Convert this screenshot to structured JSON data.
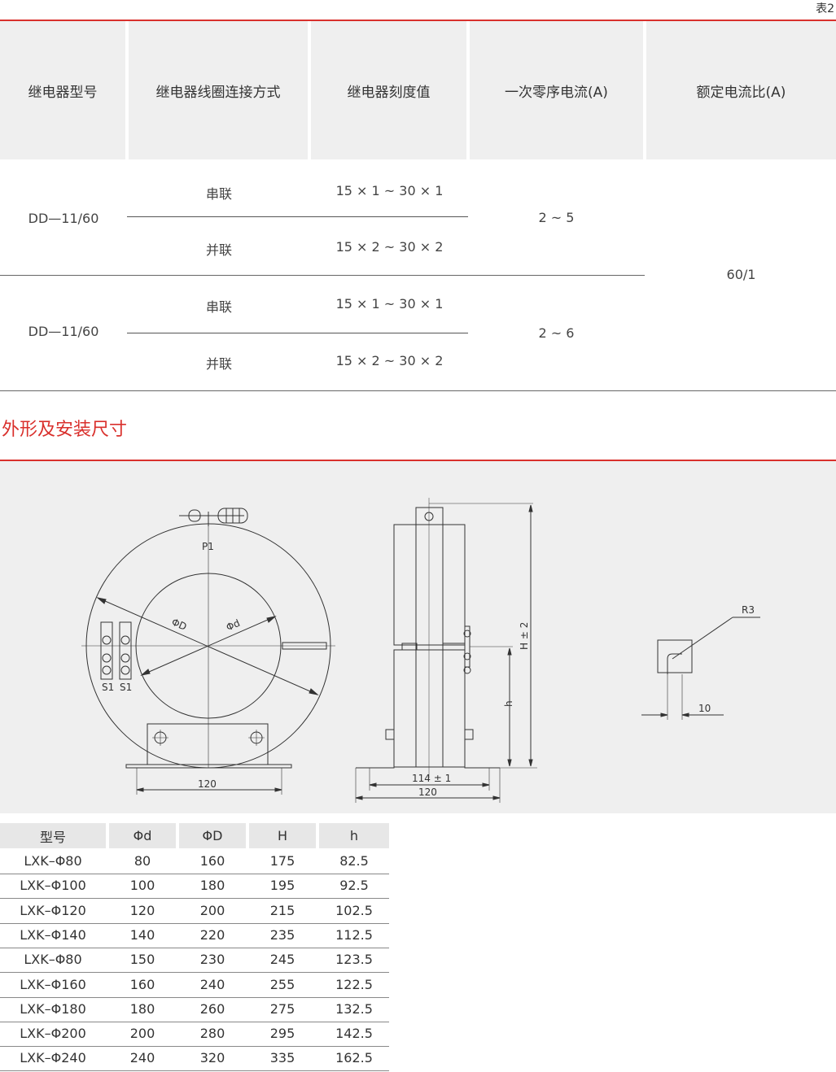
{
  "table_label": "表2",
  "relay_table": {
    "headers": [
      "继电器型号",
      "继电器线圈连接方式",
      "继电器刻度值",
      "一次零序电流(A)",
      "额定电流比(A)"
    ],
    "groups": [
      {
        "model": "DD—11/60",
        "series_label": "串联",
        "series_scale": "15 × 1 ~ 30 × 1",
        "parallel_label": "并联",
        "parallel_scale": "15 × 2 ~ 30 × 2",
        "current": "2 ~ 5"
      },
      {
        "model": "DD—11/60",
        "series_label": "串联",
        "series_scale": "15 × 1 ~ 30 × 1",
        "parallel_label": "并联",
        "parallel_scale": "15 × 2 ~ 30 × 2",
        "current": "2 ~ 6"
      }
    ],
    "ratio": "60/1"
  },
  "section_title": "外形及安装尺寸",
  "drawing": {
    "p1": "P1",
    "phi_D": "ΦD",
    "phi_d": "Φd",
    "s1_a": "S1",
    "s1_b": "S1",
    "front_width": "120",
    "side_h_tol": "H ± 2",
    "side_h": "h",
    "side_inner": "114 ± 1",
    "side_width": "120",
    "detail_r": "R3",
    "detail_width": "10"
  },
  "dimension_table": {
    "headers": [
      "型号",
      "Φd",
      "ΦD",
      "H",
      "h"
    ],
    "rows": [
      [
        "LXK–Φ80",
        "80",
        "160",
        "175",
        "82.5"
      ],
      [
        "LXK–Φ100",
        "100",
        "180",
        "195",
        "92.5"
      ],
      [
        "LXK–Φ120",
        "120",
        "200",
        "215",
        "102.5"
      ],
      [
        "LXK–Φ140",
        "140",
        "220",
        "235",
        "112.5"
      ],
      [
        "LXK–Φ80",
        "150",
        "230",
        "245",
        "123.5"
      ],
      [
        "LXK–Φ160",
        "160",
        "240",
        "255",
        "122.5"
      ],
      [
        "LXK–Φ180",
        "180",
        "260",
        "275",
        "132.5"
      ],
      [
        "LXK–Φ200",
        "200",
        "280",
        "295",
        "142.5"
      ],
      [
        "LXK–Φ240",
        "240",
        "320",
        "335",
        "162.5"
      ]
    ]
  },
  "colors": {
    "accent": "#d9302c",
    "header_bg": "#efefef",
    "panel_bg": "#efefef"
  }
}
